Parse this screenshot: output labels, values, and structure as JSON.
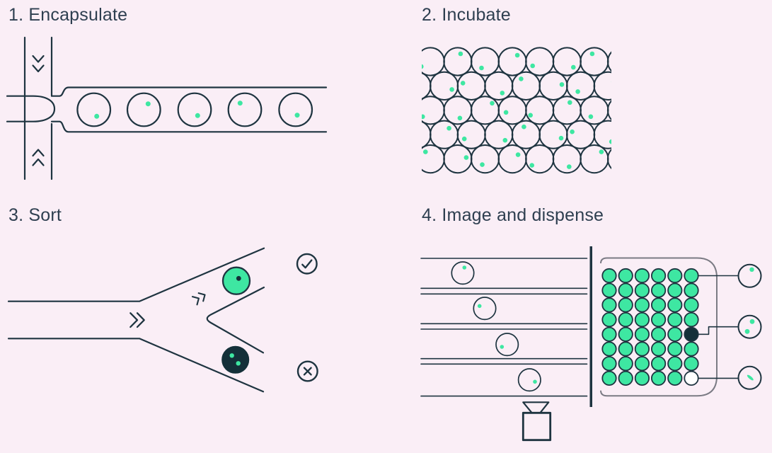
{
  "background_color": "#FAEEF6",
  "colors": {
    "outline": "#1E3440",
    "title": "#2E3F50",
    "green": "#3EE7A2",
    "dark_fill": "#143039",
    "plate_outline": "#7B7B84",
    "white": "#FFFFFF"
  },
  "panels": {
    "encapsulate": {
      "label": "1. Encapsulate",
      "droplet_count": 5,
      "flow_icons": [
        "chevrons-down-icon",
        "chevrons-up-icon"
      ]
    },
    "incubate": {
      "label": "2. Incubate",
      "rows": 5
    },
    "sort": {
      "label": "3. Sort",
      "flow_icons": [
        "chevrons-right-icon",
        "chevrons-up-right-icon"
      ],
      "accept_icon": "check-circle-icon",
      "reject_icon": "x-circle-icon",
      "accept_droplet": "green-cell-droplet",
      "reject_droplet": "dark-doublet-droplet"
    },
    "image_dispense": {
      "label": "4. Image and dispense",
      "camera_icon": "camera-icon",
      "channel_count": 4,
      "well_plate": {
        "cols": 6,
        "rows": 8,
        "special_wells": [
          {
            "col": 6,
            "row": 5,
            "type": "dark"
          },
          {
            "col": 6,
            "row": 8,
            "type": "empty"
          }
        ]
      },
      "callouts": [
        "single-cell-well",
        "doublet-cell-well",
        "debris-well"
      ]
    }
  }
}
